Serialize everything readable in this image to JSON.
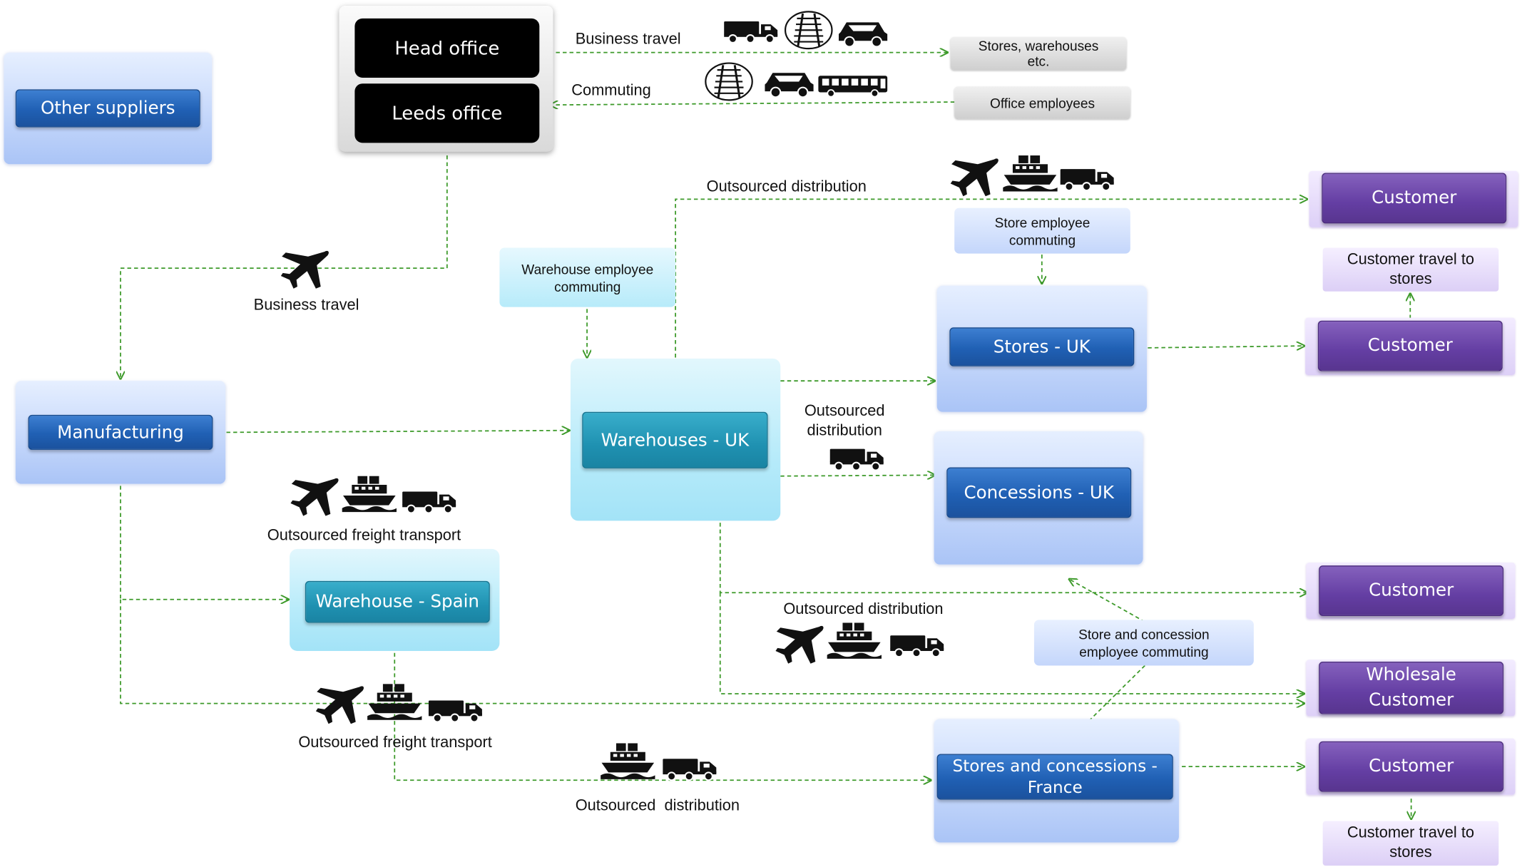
{
  "nodes": {
    "head_office": "Head office",
    "leeds_office": "Leeds office",
    "other_suppliers": "Other suppliers",
    "manufacturing": "Manufacturing",
    "warehouses_uk": "Warehouses - UK",
    "warehouse_spain": "Warehouse - Spain",
    "stores_uk": "Stores - UK",
    "concessions_uk": "Concessions - UK",
    "stores_france_line1": "Stores and concessions -",
    "stores_france_line2": "France",
    "customer_1": "Customer",
    "customer_2": "Customer",
    "customer_3": "Customer",
    "wholesale_line1": "Wholesale",
    "wholesale_line2": "Customer",
    "customer_4": "Customer"
  },
  "notes": {
    "stores_warehouses_line1": "Stores, warehouses",
    "stores_warehouses_line2": "etc.",
    "office_employees": "Office employees",
    "store_employee_line1": "Store employee",
    "store_employee_line2": "commuting",
    "warehouse_employee_line1": "Warehouse employee",
    "warehouse_employee_line2": "commuting",
    "customer_travel_1_line1": "Customer travel to",
    "customer_travel_1_line2": "stores",
    "customer_travel_2_line1": "Customer travel to",
    "customer_travel_2_line2": "stores",
    "store_concession_line1": "Store and concession",
    "store_concession_line2": "employee commuting"
  },
  "labels": {
    "business_travel_top": "Business travel",
    "commuting": "Commuting",
    "outsourced_distribution_top": "Outsourced distribution",
    "business_travel_left": "Business travel",
    "outsourced_distribution_mid_line1": "Outsourced",
    "outsourced_distribution_mid_line2": "distribution",
    "outsourced_freight_upper": "Outsourced freight transport",
    "outsourced_distribution_lower": "Outsourced distribution",
    "outsourced_freight_lower": "Outsourced freight transport",
    "outsourced_distribution_bottom": "Outsourced  distribution"
  },
  "icons": [
    "truck-icon",
    "train-icon",
    "car-icon",
    "bus-icon",
    "plane-icon",
    "ship-icon"
  ],
  "colors": {
    "connector": "#3d9a2a",
    "node_blue": "#2060b4",
    "node_teal": "#1f91b1",
    "node_purple": "#643ea3",
    "node_black": "#000000"
  }
}
